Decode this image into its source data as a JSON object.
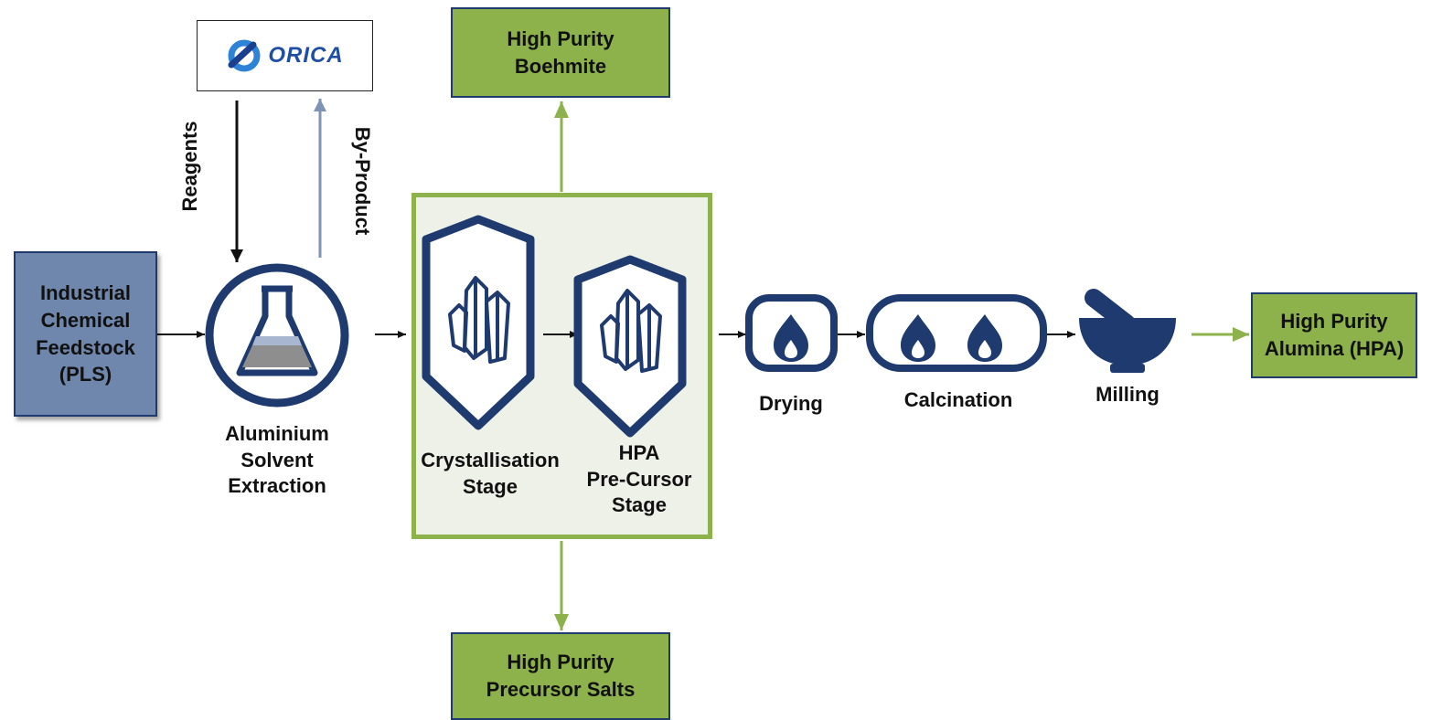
{
  "logo": {
    "text": "ORICA",
    "icon": "orica-logo-icon"
  },
  "flows": {
    "reagents": "Reagents",
    "by_product": "By-Product"
  },
  "nodes": {
    "feedstock": "Industrial\nChemical\nFeedstock\n(PLS)",
    "solvent_extraction": "Aluminium\nSolvent\nExtraction",
    "crystallisation": "Crystallisation\nStage",
    "precursor_stage": "HPA\nPre-Cursor\nStage",
    "drying": "Drying",
    "calcination": "Calcination",
    "milling": "Milling"
  },
  "outputs": {
    "boehmite": "High Purity\nBoehmite",
    "precursor_salts": "High Purity\nPrecursor Salts",
    "hpa": "High Purity\nAlumina (HPA)"
  },
  "colors": {
    "navy": "#1f3a6e",
    "green": "#8db24b",
    "blue_box": "#6f86ad",
    "panel": "#eef1e8",
    "byproduct_arrow": "#7f93b5"
  }
}
